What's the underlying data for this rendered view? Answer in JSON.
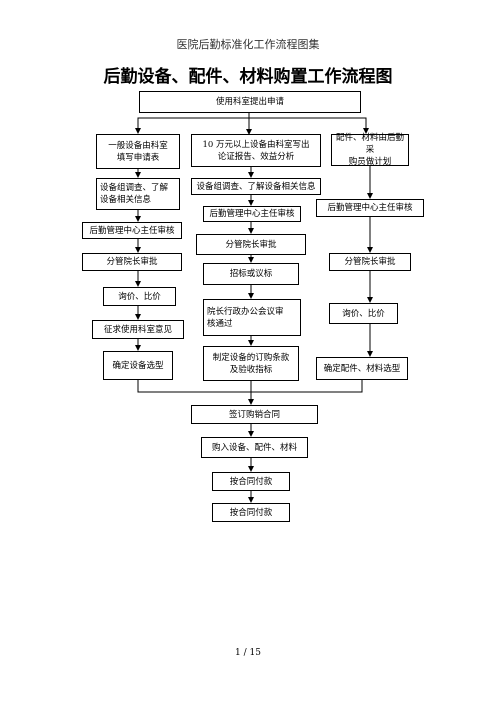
{
  "header": "医院后勤标准化工作流程图集",
  "title": "后勤设备、配件、材料购置工作流程图",
  "nodes": {
    "n1": "使用科室提出申请",
    "a1": "一般设备由科室\n填写申请表",
    "a2": "设备组调查、了解\n设备相关信息",
    "a3": "后勤管理中心主任审核",
    "a4": "分管院长审批",
    "a5": "询价、比价",
    "a6": "征求使用科室意见",
    "a7": "确定设备选型",
    "b1": "10 万元以上设备由科室写出\n论证报告、效益分析",
    "b2": "设备组调查、了解设备相关信息",
    "b3": "后勤管理中心主任审核",
    "b4": "分管院长审批",
    "b5": "招标或议标",
    "b6": "院长行政办公会议审\n核通过",
    "b7": "制定设备的订购条款\n及验收指标",
    "c1": "配件、材料由后勤采\n购员做计划",
    "c2": "后勤管理中心主任审核",
    "c3": "分管院长审批",
    "c4": "询价、比价",
    "c5": "确定配件、材料选型",
    "d1": "签订购销合同",
    "d2": "购入设备、配件、材料",
    "d3": "按合同付款",
    "d4": "按合同付款"
  },
  "footer": "1 / 15"
}
